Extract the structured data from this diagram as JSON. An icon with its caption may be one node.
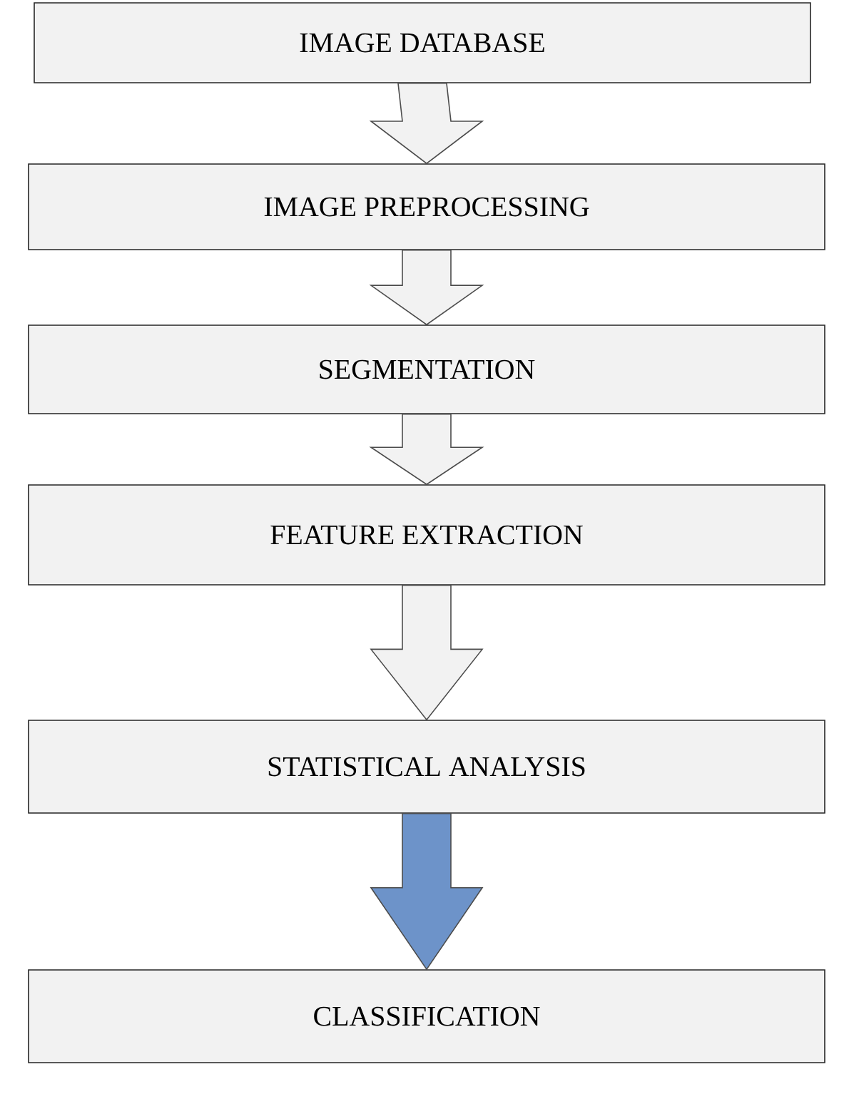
{
  "diagram": {
    "nodes": [
      {
        "text": [
          "IMAGE DATABASE"
        ]
      },
      {
        "text": [
          "IMAGE PREPROCESSING"
        ]
      },
      {
        "text": [
          "SEGMENTATION"
        ]
      },
      {
        "text": [
          "FEATURE EXTRACTION"
        ]
      },
      {
        "text": [
          "STATISTICAL ANALYSIS"
        ]
      },
      {
        "text": [
          "CLASSIFICATION"
        ]
      }
    ],
    "edges": [
      {
        "from": 0,
        "to": 1,
        "arrow": "to"
      },
      {
        "from": 1,
        "to": 2,
        "arrow": "to"
      },
      {
        "from": 2,
        "to": 3,
        "arrow": "to"
      },
      {
        "from": 3,
        "to": 4,
        "arrow": "to"
      },
      {
        "from": 4,
        "to": 5,
        "arrow": "to",
        "color": "#6d93c9"
      }
    ]
  }
}
